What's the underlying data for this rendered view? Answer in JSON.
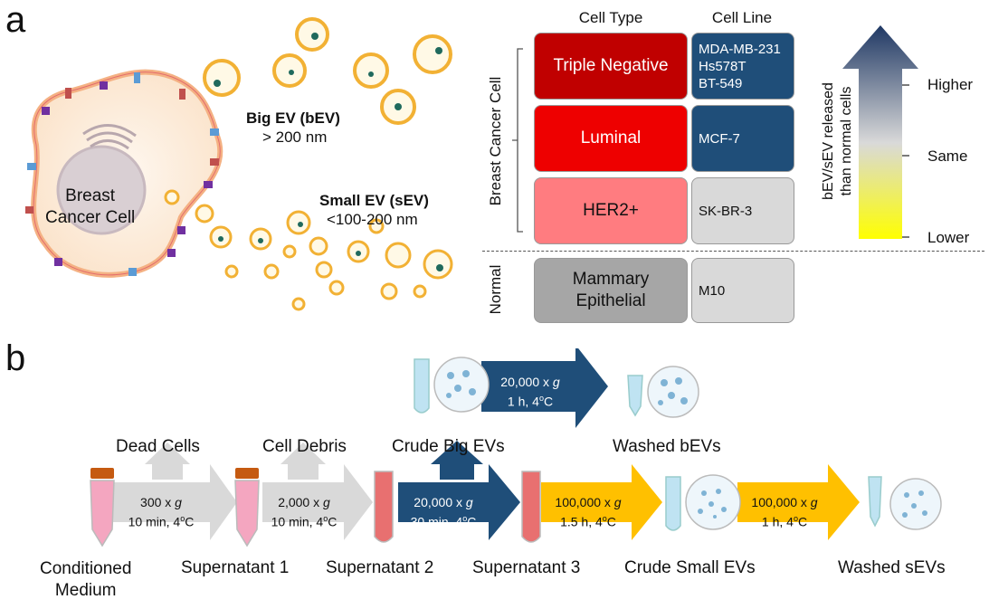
{
  "panels": {
    "a": "a",
    "b": "b"
  },
  "cell": {
    "label_line1": "Breast",
    "label_line2": "Cancer Cell"
  },
  "bev": {
    "title": "Big EV (bEV)",
    "size": "> 200 nm"
  },
  "sev": {
    "title": "Small EV (sEV)",
    "size": "<100-200 nm"
  },
  "table": {
    "header_type": "Cell Type",
    "header_line": "Cell Line",
    "group_cancer": "Breast Cancer Cell",
    "group_normal": "Normal",
    "rows": [
      {
        "type": "Triple Negative",
        "lines": [
          "MDA-MB-231",
          "Hs578T",
          "BT-549"
        ],
        "type_color": "#c00000",
        "line_color": "#1f4e79"
      },
      {
        "type": "Luminal",
        "lines": [
          "MCF-7"
        ],
        "type_color": "#ee0000",
        "line_color": "#1f4e79"
      },
      {
        "type": "HER2+",
        "lines": [
          "SK-BR-3"
        ],
        "type_color": "#ff7c80",
        "line_color": "#d9d9d9"
      },
      {
        "type_line1": "Mammary",
        "type_line2": "Epithelial",
        "lines": [
          "M10"
        ],
        "type_color": "#a6a6a6",
        "line_color": "#d9d9d9"
      }
    ]
  },
  "scale": {
    "title_line1": "bEV/sEV released",
    "title_line2": "than normal cells",
    "higher": "Higher",
    "same": "Same",
    "lower": "Lower",
    "color_top": "#1f3864",
    "color_mid": "#d9d9d9",
    "color_bottom": "#ffff00"
  },
  "workflow": {
    "top_arrow": {
      "line1_num": "20,000 x ",
      "line1_unit": "g",
      "line2": "1 h, 4",
      "deg": "o",
      "line2_end": "C"
    },
    "washed_bevs": "Washed bEVs",
    "side_outputs": {
      "dead": "Dead Cells",
      "debris": "Cell Debris",
      "crude_big": "Crude Big EVs"
    },
    "steps": [
      {
        "num": "300 x ",
        "unit": "g",
        "time": "10 min, 4",
        "deg": "o",
        "end": "C"
      },
      {
        "num": "2,000 x ",
        "unit": "g",
        "time": "10 min, 4",
        "deg": "o",
        "end": "C"
      },
      {
        "num": "20,000 x ",
        "unit": "g",
        "time": "30 min, 4",
        "deg": "o",
        "end": "C"
      },
      {
        "num": "100,000 x ",
        "unit": "g",
        "time": "1.5 h, 4",
        "deg": "o",
        "end": "C"
      },
      {
        "num": "100,000 x ",
        "unit": "g",
        "time": "1 h, 4",
        "deg": "o",
        "end": "C"
      }
    ],
    "labels": {
      "conditioned_1": "Conditioned",
      "conditioned_2": "Medium",
      "sup1": "Supernatant 1",
      "sup2": "Supernatant 2",
      "sup3": "Supernatant 3",
      "crude_small": "Crude Small EVs",
      "washed_sevs": "Washed sEVs"
    },
    "colors": {
      "gray": "#d9d9d9",
      "navy": "#1f4e79",
      "gold": "#ffc000"
    }
  }
}
